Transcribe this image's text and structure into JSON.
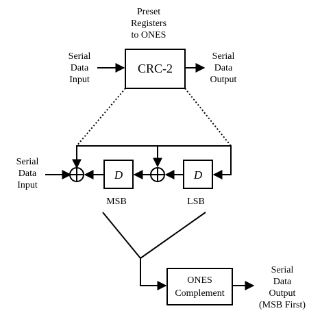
{
  "top": {
    "preset_label": [
      "Preset",
      "Registers",
      "to ONES"
    ],
    "input_label": [
      "Serial",
      "Data",
      "Input"
    ],
    "block_label": "CRC-2",
    "output_label": [
      "Serial",
      "Data",
      "Output"
    ]
  },
  "detail": {
    "input_label": [
      "Serial",
      "Data",
      "Input"
    ],
    "register_symbol": "D",
    "msb_label": "MSB",
    "lsb_label": "LSB"
  },
  "bottom": {
    "block_label": [
      "ONES",
      "Complement"
    ],
    "output_label": [
      "Serial",
      "Data",
      "Output",
      "(MSB First)"
    ]
  }
}
